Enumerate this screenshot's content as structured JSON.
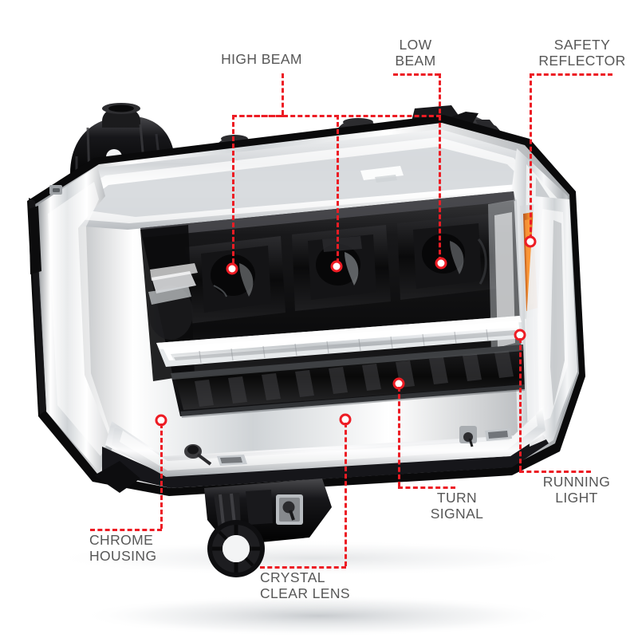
{
  "page": {
    "background": "#ffffff",
    "accent_color": "#ed1c24",
    "label_color": "#575757",
    "product": "vehicle-headlight-assembly"
  },
  "callouts": [
    {
      "id": "high-beam",
      "label": "HIGH BEAM",
      "dot": [
        291,
        337
      ]
    },
    {
      "id": "low-beam",
      "label": "LOW\nBEAM",
      "dot": [
        422,
        334
      ]
    },
    {
      "id": "safety-reflector",
      "label": "SAFETY\nREFLECTOR",
      "dot": [
        665,
        303
      ]
    },
    {
      "id": "running-light",
      "label": "RUNNING\nLIGHT",
      "dot": [
        652,
        420
      ]
    },
    {
      "id": "turn-signal",
      "label": "TURN\nSIGNAL",
      "dot": [
        500,
        481
      ]
    },
    {
      "id": "crystal-clear-lens",
      "label": "CRYSTAL\nCLEAR LENS",
      "dot": [
        433,
        526
      ]
    },
    {
      "id": "chrome-housing",
      "label": "CHROME\nHOUSING",
      "dot": [
        202,
        527
      ]
    },
    {
      "id": "low-beam-center",
      "label": "",
      "dot": [
        553,
        330
      ]
    }
  ],
  "labels": {
    "high_beam": "HIGH BEAM",
    "low_beam_line1": "LOW",
    "low_beam_line2": "BEAM",
    "safety_reflector_line1": "SAFETY",
    "safety_reflector_line2": "REFLECTOR",
    "running_light_line1": "RUNNING",
    "running_light_line2": "LIGHT",
    "turn_signal_line1": "TURN",
    "turn_signal_line2": "SIGNAL",
    "crystal_lens_line1": "CRYSTAL",
    "crystal_lens_line2": "CLEAR LENS",
    "chrome_housing_line1": "CHROME",
    "chrome_housing_line2": "HOUSING"
  }
}
